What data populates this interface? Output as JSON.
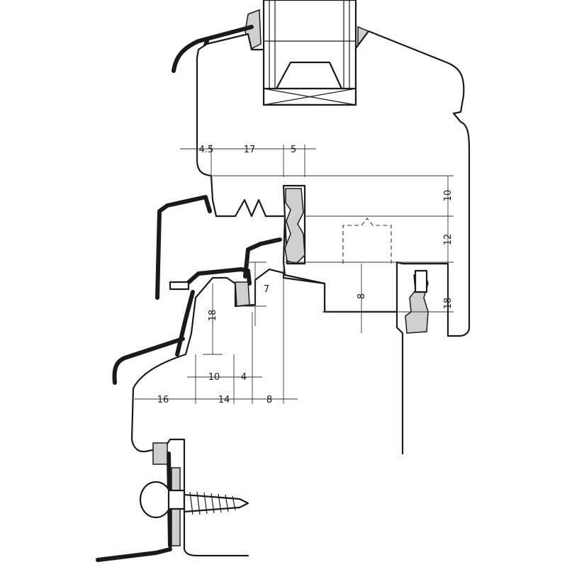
{
  "dimensions": [
    {
      "id": "d-4-5",
      "text": "4.5"
    },
    {
      "id": "d-17",
      "text": "17"
    },
    {
      "id": "d-5",
      "text": "5"
    },
    {
      "id": "d-10-right",
      "text": "10"
    },
    {
      "id": "d-12",
      "text": "12"
    },
    {
      "id": "d-18-right",
      "text": "18"
    },
    {
      "id": "d-7",
      "text": "7"
    },
    {
      "id": "d-8-mid",
      "text": "8"
    },
    {
      "id": "d-18-left",
      "text": "18"
    },
    {
      "id": "d-10-bottom",
      "text": "10"
    },
    {
      "id": "d-4",
      "text": "4"
    },
    {
      "id": "d-16",
      "text": "16"
    },
    {
      "id": "d-14",
      "text": "14"
    },
    {
      "id": "d-8-bottom",
      "text": "8"
    }
  ]
}
